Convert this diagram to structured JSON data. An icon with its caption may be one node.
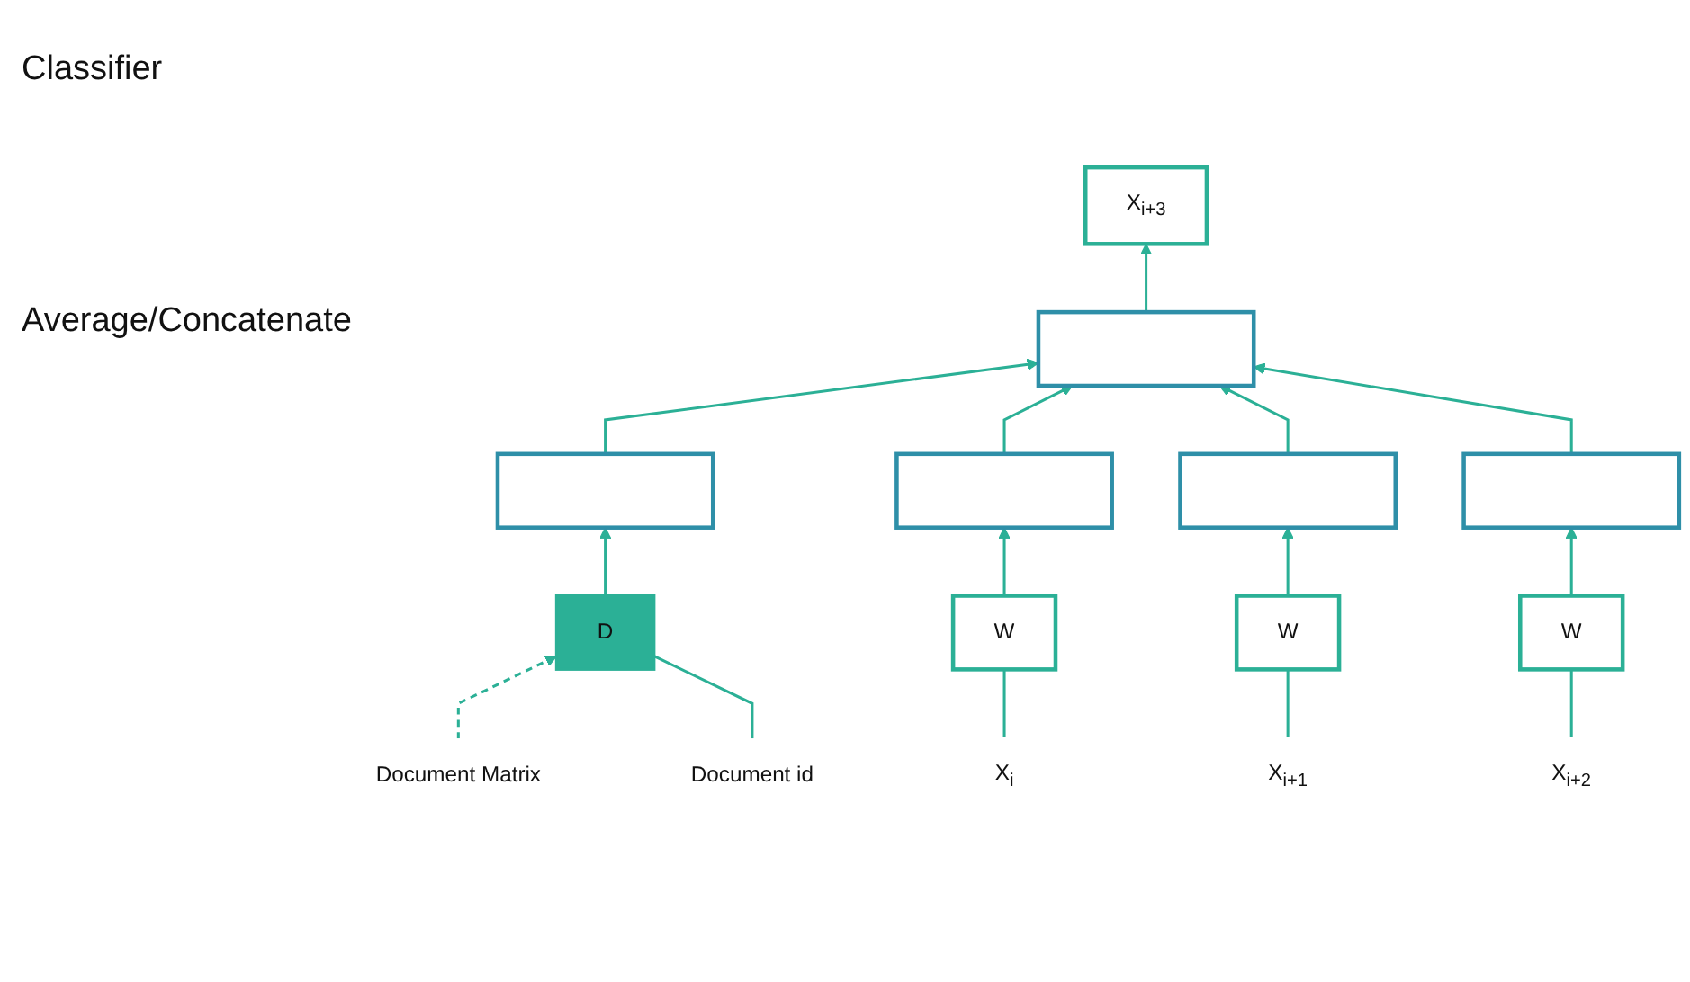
{
  "diagram": {
    "nodes": [
      {
        "text": [
          "X$_{i+3}$"
        ]
      },
      {
        "text": [],
        "shape": "bar"
      },
      {
        "text": [],
        "shape": "bar"
      },
      {
        "text": [],
        "shape": "bar"
      },
      {
        "text": [],
        "shape": "bar"
      },
      {
        "text": [],
        "shape": "bar"
      },
      {
        "text": [
          "Document Matrix"
        ]
      },
      {
        "text": [
          "D"
        ]
      },
      {
        "text": [
          "W"
        ]
      },
      {
        "text": [
          "W"
        ]
      },
      {
        "text": [
          "W"
        ]
      },
      {
        "text": [
          "Document id"
        ]
      },
      {
        "text": [
          "X$_{i}$"
        ]
      },
      {
        "text": [
          "X$_{i+1}$"
        ]
      },
      {
        "text": [
          "X$_{i+2}$"
        ]
      }
    ],
    "edges": [
      {
        "from": 1,
        "to": 0,
        "arrow": "to"
      },
      {
        "from": 2,
        "to": 1,
        "arrow": "to"
      },
      {
        "from": 3,
        "to": 1,
        "arrow": "to"
      },
      {
        "from": 4,
        "to": 1,
        "arrow": "to"
      },
      {
        "from": 5,
        "to": 1,
        "arrow": "to"
      },
      {
        "from": 7,
        "to": 2,
        "arrow": "to"
      },
      {
        "from": 8,
        "to": 3,
        "arrow": "to"
      },
      {
        "from": 9,
        "to": 4,
        "arrow": "to"
      },
      {
        "from": 10,
        "to": 5,
        "arrow": "to"
      },
      {
        "from": 6,
        "to": 7,
        "arrow": "to",
        "style": "dashed"
      },
      {
        "from": 11,
        "to": 7,
        "arrow": "none"
      },
      {
        "from": 12,
        "to": 8,
        "arrow": "none"
      },
      {
        "from": 13,
        "to": 9,
        "arrow": "none"
      },
      {
        "from": 14,
        "to": 10,
        "arrow": "none"
      }
    ],
    "labels": [
      "Classifier",
      "Average/Concatenate"
    ]
  }
}
